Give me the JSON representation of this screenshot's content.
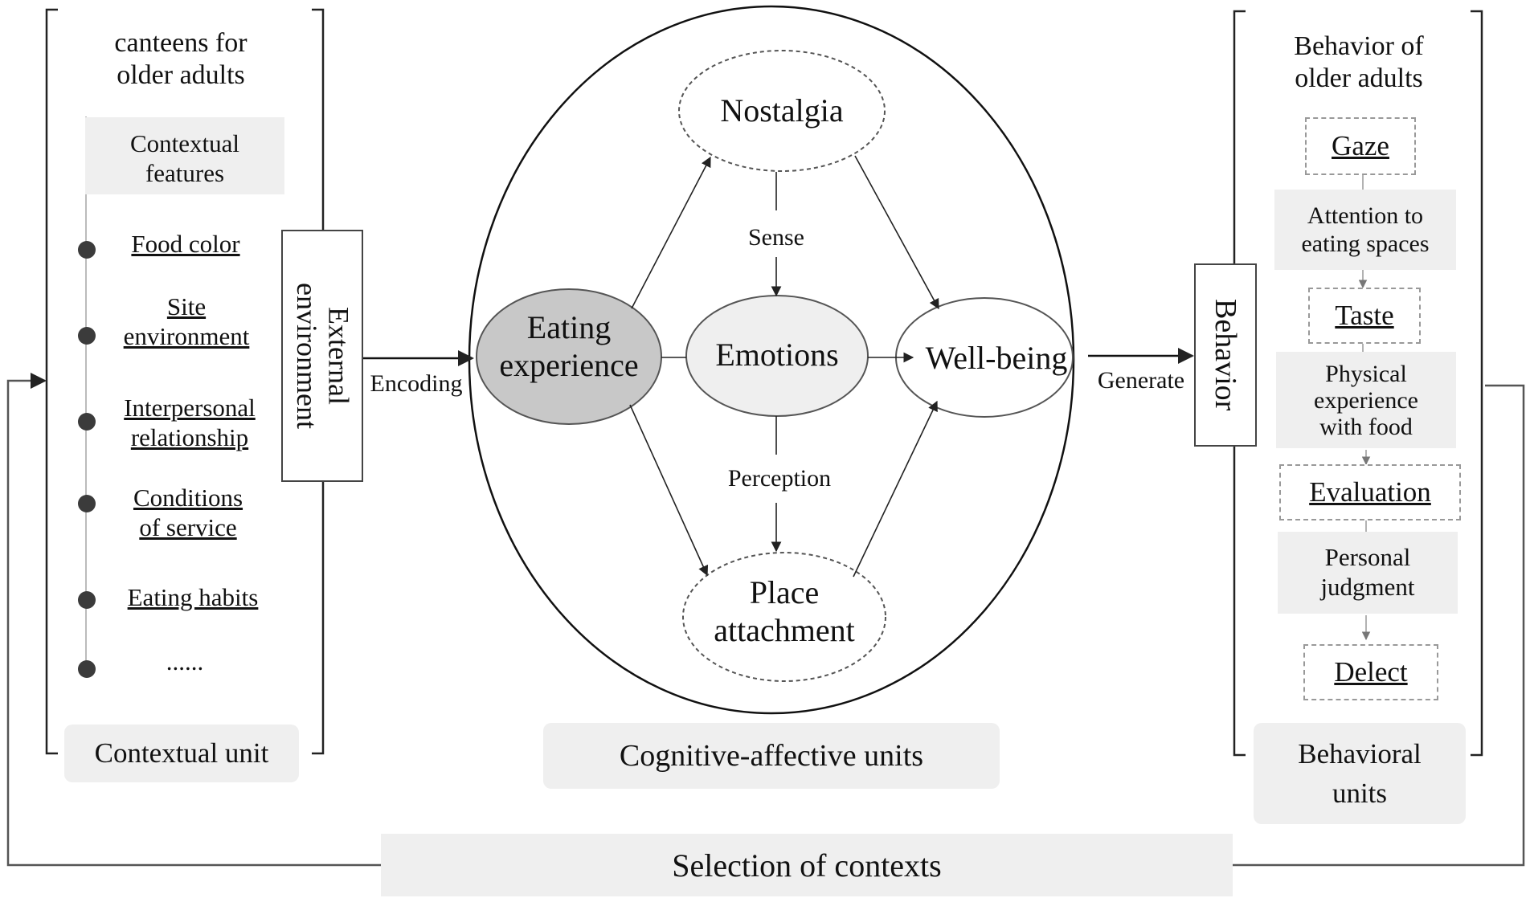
{
  "left": {
    "title": "canteens for\nolder adults",
    "header": "Contextual\nfeatures",
    "items": [
      "Food color",
      "Site\nenvironment",
      "Interpersonal\nrelationship",
      "Conditions\nof service",
      "Eating habits",
      "......"
    ],
    "unit_label": "Contextual  unit",
    "external_label": "External\nenvironment"
  },
  "center": {
    "encoding": "Encoding",
    "eating": "Eating\nexperience",
    "nostalgia": "Nostalgia",
    "emotions": "Emotions",
    "wellbeing": "Well-being",
    "place": "Place\nattachment",
    "sense": "Sense",
    "perception": "Perception",
    "unit_label": "Cognitive-affective units"
  },
  "right": {
    "generate": "Generate",
    "behavior_label": "Behavior",
    "title": "Behavior  of\nolder adults",
    "steps": [
      "Gaze",
      "Attention to\neating spaces",
      "Taste",
      "Physical\nexperience\nwith food",
      "Evaluation",
      "Personal\njudgment",
      "Delect"
    ],
    "unit_label": "Behavioral\nunits"
  },
  "bottom": {
    "label": "Selection  of contexts"
  },
  "colors": {
    "line": "#222222",
    "gray_fill": "#efefef",
    "dark_node": "#c8c8c8",
    "light_node": "#efefef",
    "feedback_line": "#555555"
  }
}
